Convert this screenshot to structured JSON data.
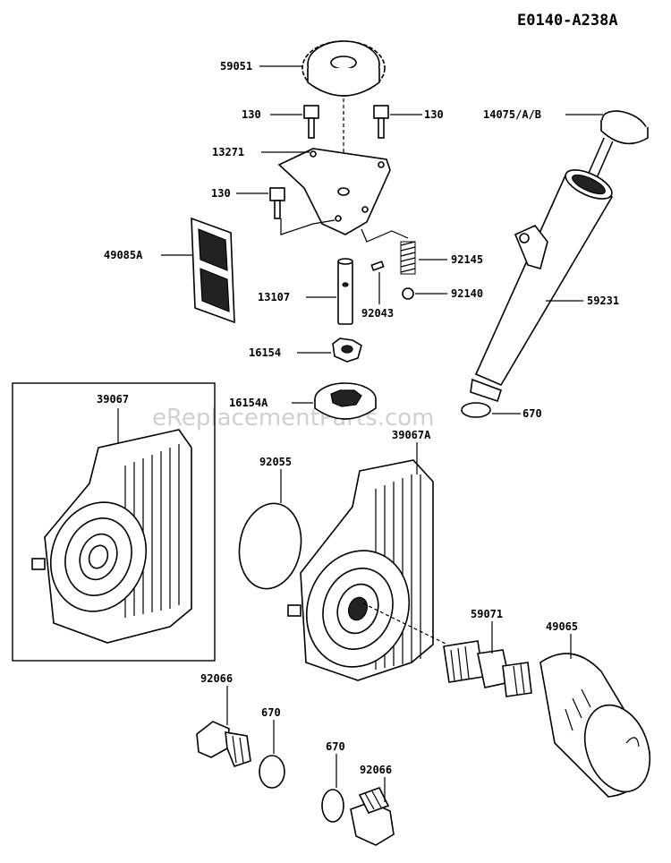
{
  "diagram_code": "E0140-A238A",
  "watermark": "eReplacementParts.com",
  "labels": {
    "p59051": "59051",
    "p130a": "130",
    "p130b": "130",
    "p130c": "130",
    "p13271": "13271",
    "p14075": "14075/A/B",
    "p49085A": "49085A",
    "p92145": "92145",
    "p92140": "92140",
    "p13107": "13107",
    "p92043": "92043",
    "p59231": "59231",
    "p16154": "16154",
    "p16154A": "16154A",
    "p670a": "670",
    "p39067": "39067",
    "p39067A": "39067A",
    "p92055": "92055",
    "p59071": "59071",
    "p49065": "49065",
    "p92066a": "92066",
    "p670b": "670",
    "p670c": "670",
    "p92066b": "92066"
  }
}
